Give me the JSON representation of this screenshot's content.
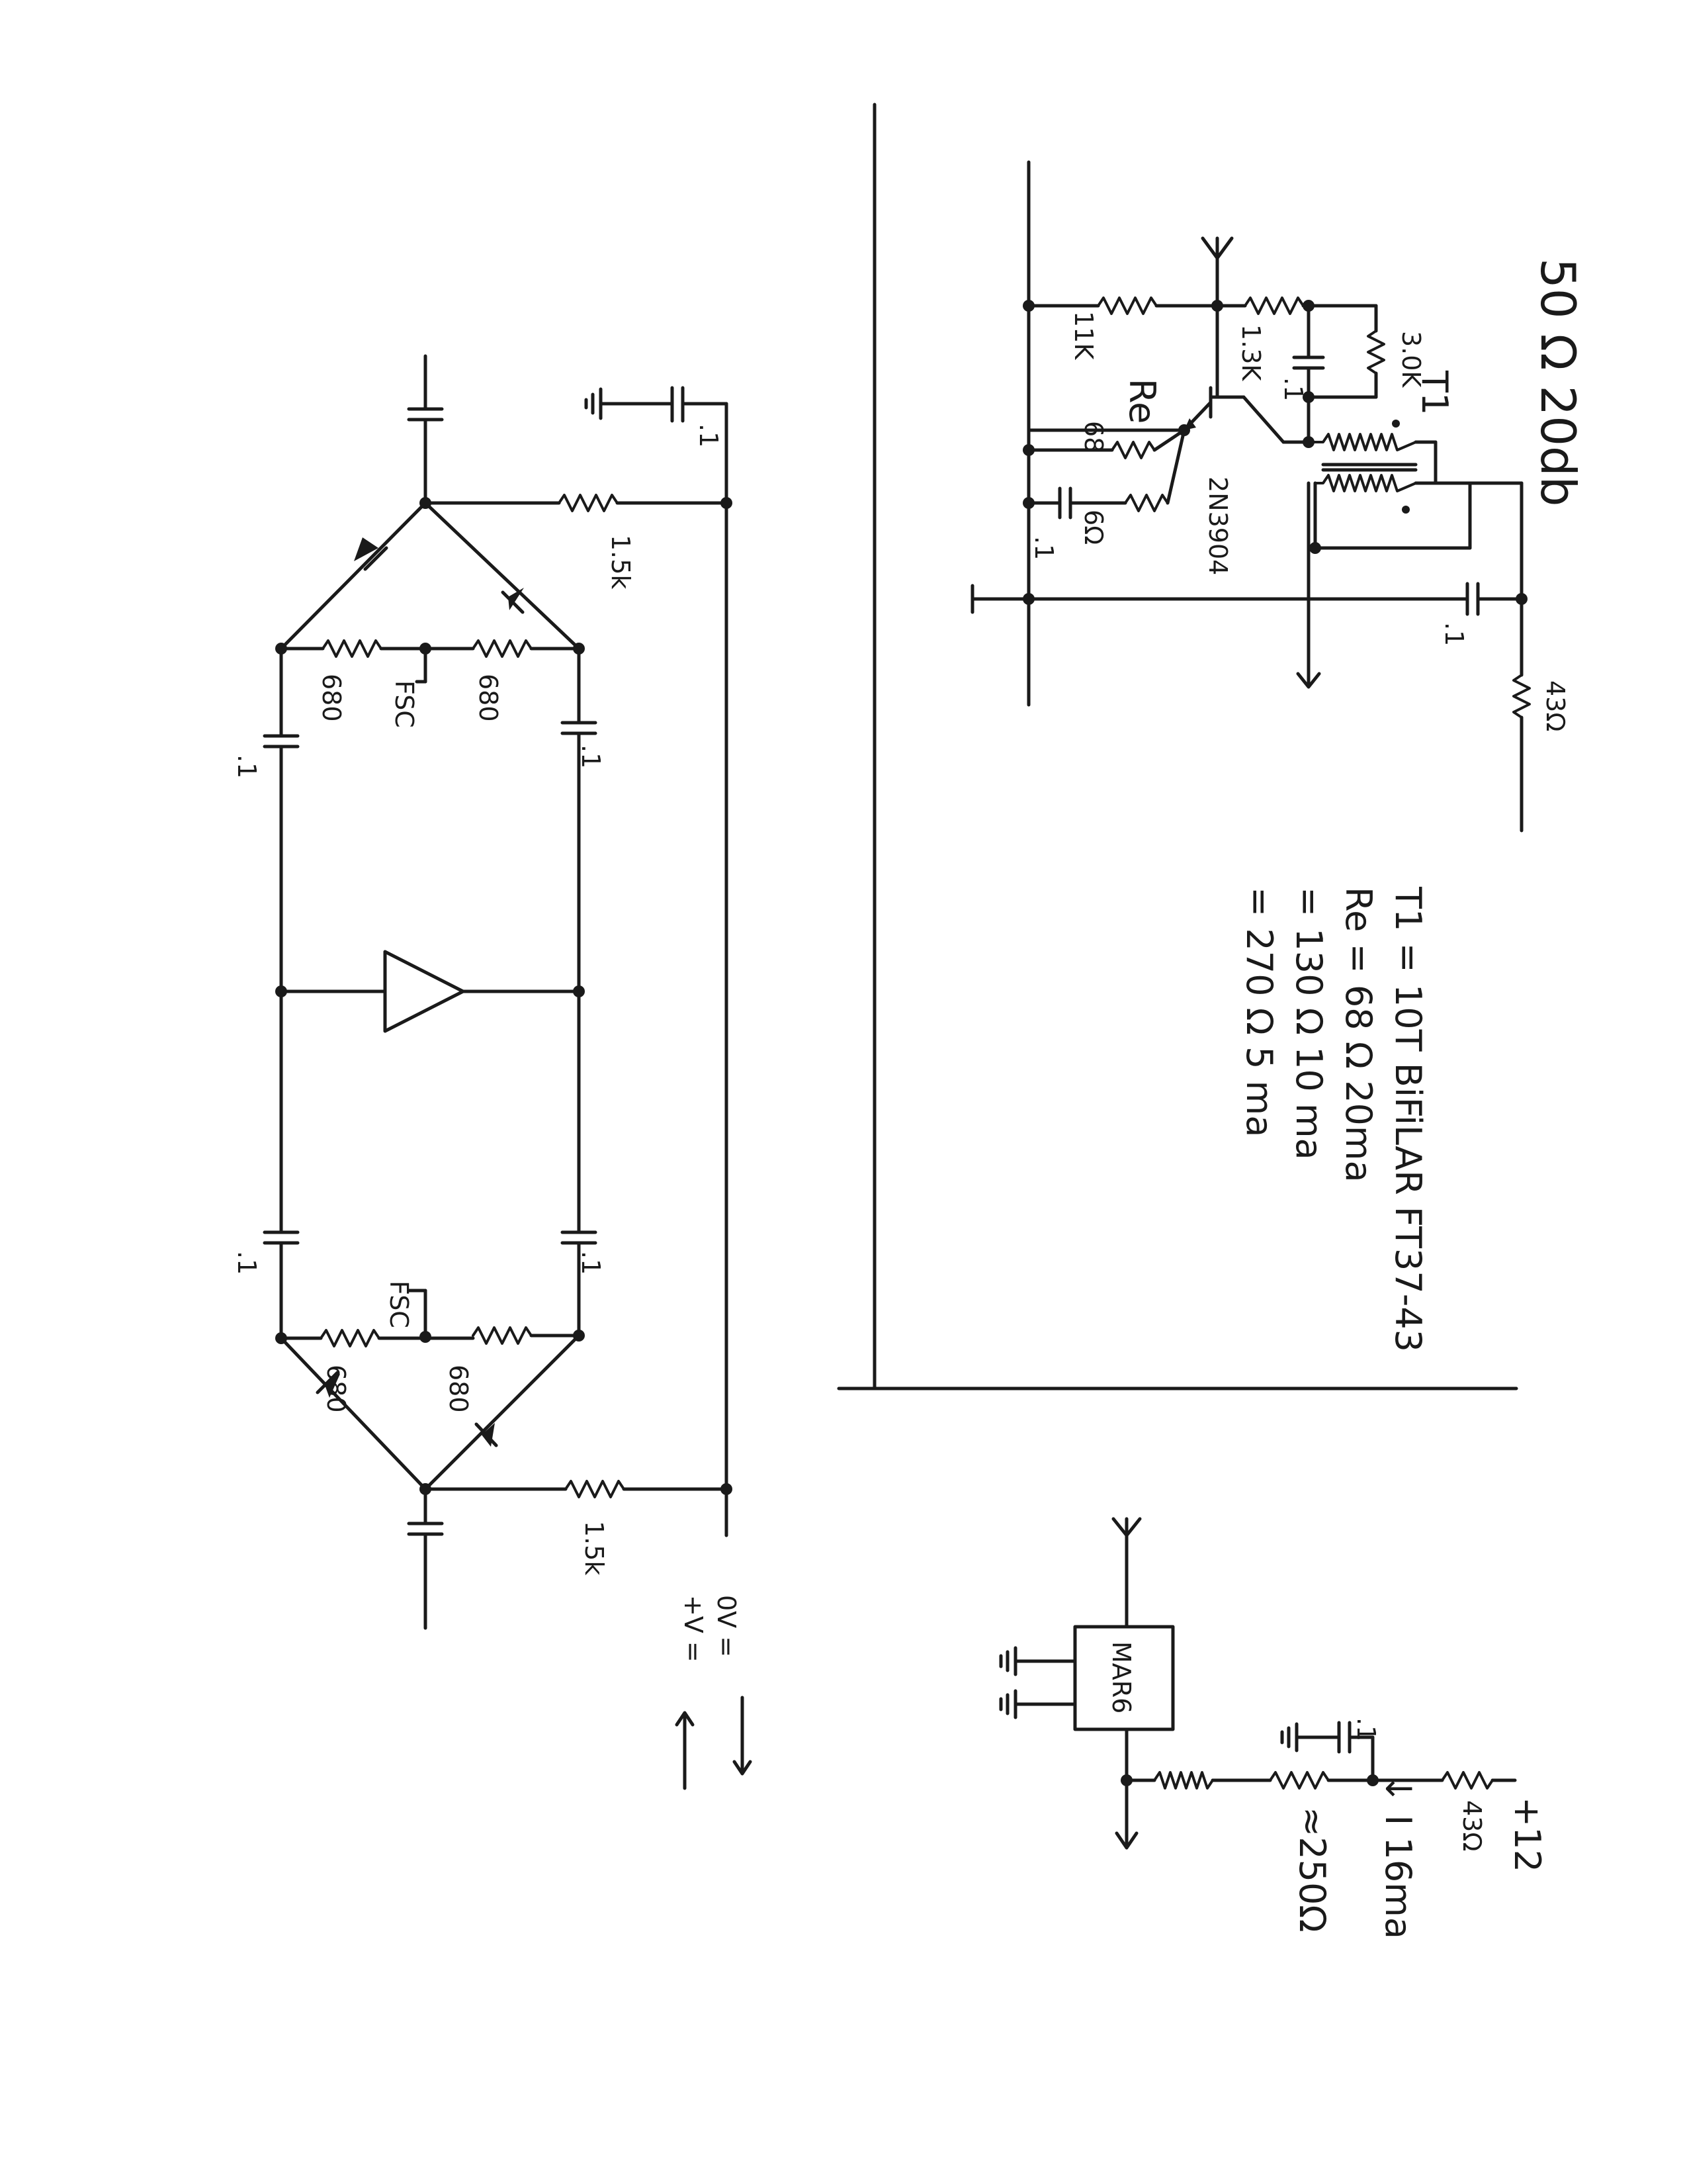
{
  "title": "50 Ω 20db",
  "labels": {
    "r_1_5k": "1.5k",
    "r_680": "680",
    "fsc": "FSC",
    "c_point1": ".1",
    "zero_v": "0V =",
    "plus_v": "+V ="
  },
  "amp": {
    "r_11k": "11K",
    "r_1_3k": "1.3K",
    "r_3_0k": "3.0K",
    "c_point1": ".1",
    "re": "Re",
    "r_68": "68",
    "r_6ohm": "6Ω",
    "transistor": "2N3904",
    "t1": "T1",
    "r_43": "43Ω"
  },
  "notes": {
    "line1": "T1 = 10T BiFiLAR FT37-43",
    "line2": "Re = 68 Ω     20ma",
    "line3": "= 130 Ω 10 ma",
    "line4": "= 270 Ω 5 ma"
  },
  "mmic": {
    "part": "MAR6",
    "current": "↓ I 16ma",
    "r_43": "43Ω",
    "r_250": "≈250Ω",
    "supply": "+12",
    "c_point1": ".1"
  },
  "colors": {
    "ink": "#1a1a1a",
    "paper": "#ffffff"
  }
}
